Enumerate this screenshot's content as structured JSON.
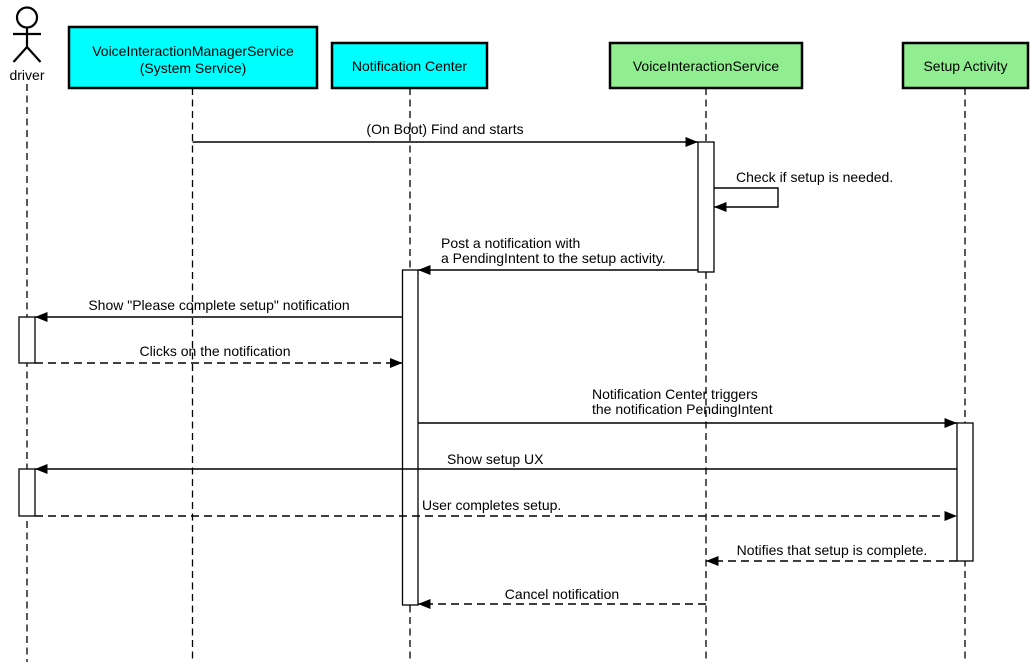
{
  "diagram": {
    "kind": "uml-sequence-diagram",
    "participants": {
      "driver": {
        "label": "driver",
        "type": "actor"
      },
      "vims": {
        "label_lines": [
          "VoiceInteractionManagerService",
          "(System Service)"
        ],
        "fill": "#00ffff"
      },
      "notification_center": {
        "label": "Notification Center",
        "fill": "#00ffff"
      },
      "voice_interaction_service": {
        "label": "VoiceInteractionService",
        "fill": "#90ee90"
      },
      "setup_activity": {
        "label": "Setup Activity",
        "fill": "#90ee90"
      }
    },
    "messages": [
      {
        "text": "(On Boot) Find and starts",
        "from": "vims",
        "to": "voice_interaction_service",
        "style": "solid"
      },
      {
        "text": "Check if setup is needed.",
        "from": "voice_interaction_service",
        "to": "voice_interaction_service",
        "style": "solid-self"
      },
      {
        "lines": [
          "Post a notification with",
          "a PendingIntent to the setup activity."
        ],
        "from": "voice_interaction_service",
        "to": "notification_center",
        "style": "solid"
      },
      {
        "text": "Show \"Please complete setup\" notification",
        "from": "notification_center",
        "to": "driver",
        "style": "solid"
      },
      {
        "text": "Clicks on the notification",
        "from": "driver",
        "to": "notification_center",
        "style": "dashed"
      },
      {
        "lines": [
          "Notification Center triggers",
          "the notification PendingIntent"
        ],
        "from": "notification_center",
        "to": "setup_activity",
        "style": "solid"
      },
      {
        "text": "Show setup UX",
        "from": "setup_activity",
        "to": "driver",
        "style": "solid"
      },
      {
        "text": "User completes setup.",
        "from": "driver",
        "to": "setup_activity",
        "style": "dashed"
      },
      {
        "text": "Notifies that setup is complete.",
        "from": "setup_activity",
        "to": "voice_interaction_service",
        "style": "dashed"
      },
      {
        "text": "Cancel notification",
        "from": "voice_interaction_service",
        "to": "notification_center",
        "style": "dashed"
      }
    ],
    "colors": {
      "system_service_fill": "#00ffff",
      "app_component_fill": "#90ee90",
      "line": "#000000",
      "background": "#ffffff"
    }
  }
}
